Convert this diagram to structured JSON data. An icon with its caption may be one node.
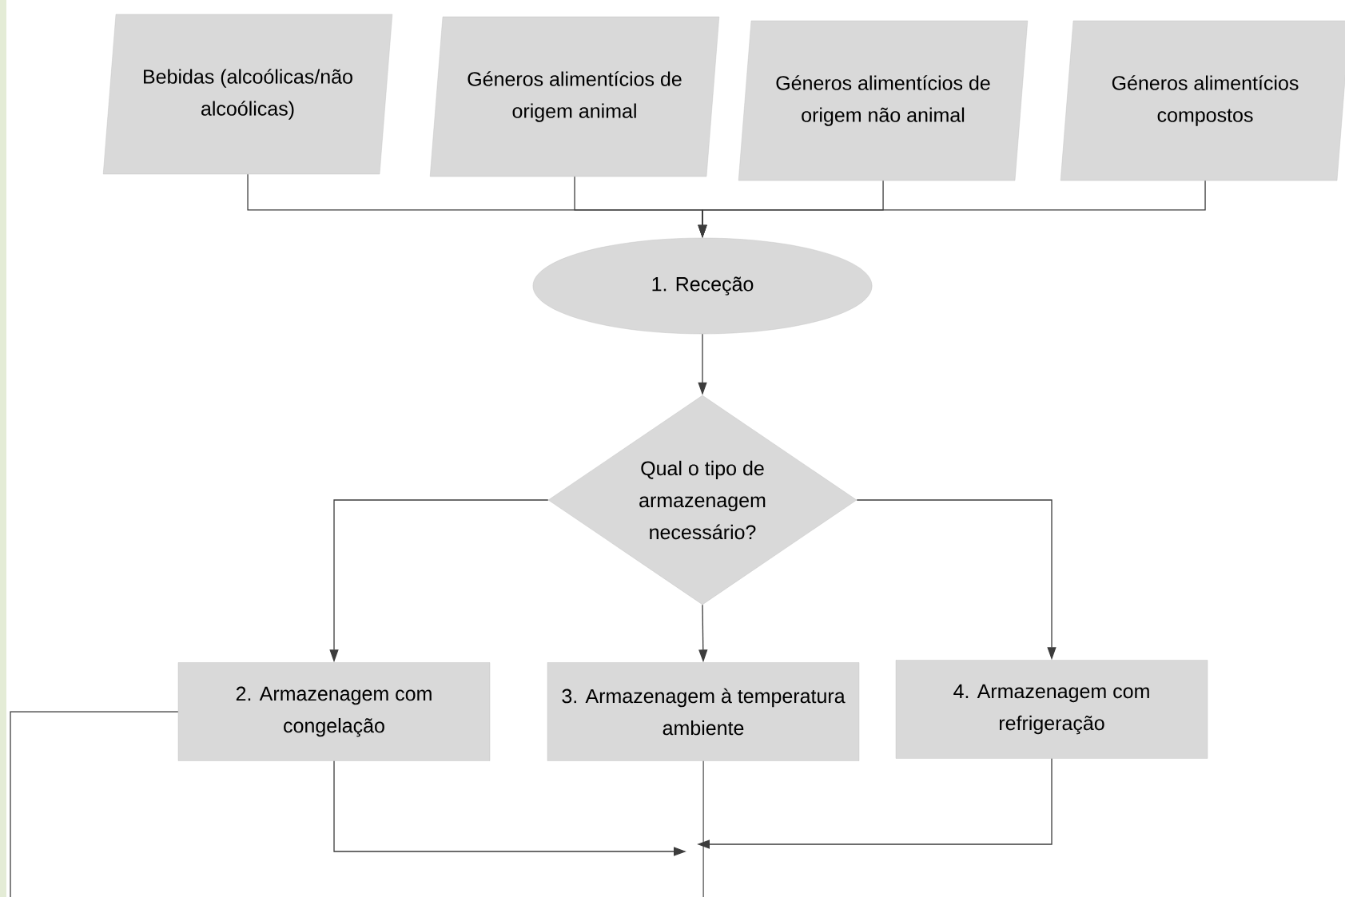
{
  "diagram": {
    "nodes": [
      {
        "text": [
          "Bebidas (alcoólicas/não alcoólicas)"
        ]
      },
      {
        "text": [
          "Géneros alimentícios de origem animal"
        ]
      },
      {
        "text": [
          "Géneros alimentícios de origem não animal"
        ]
      },
      {
        "text": [
          "Géneros alimentícios compostos"
        ]
      },
      {
        "text": [
          "1. Receção"
        ]
      },
      {
        "text": [
          "Qual o tipo de armazenagem necessário?"
        ]
      },
      {
        "text": [
          "2. Armazenagem com congelação"
        ]
      },
      {
        "text": [
          "3. Armazenagem à temperatura ambiente"
        ]
      },
      {
        "text": [
          "4. Armazenagem com refrigeração"
        ]
      }
    ],
    "edges": [
      {
        "from": 0,
        "to": 4,
        "arrow": "to"
      },
      {
        "from": 1,
        "to": 4,
        "arrow": "to"
      },
      {
        "from": 2,
        "to": 4,
        "arrow": "to"
      },
      {
        "from": 3,
        "to": 4,
        "arrow": "to"
      },
      {
        "from": 4,
        "to": 5,
        "arrow": "to"
      },
      {
        "from": 5,
        "to": 6,
        "arrow": "to"
      },
      {
        "from": 5,
        "to": 7,
        "arrow": "to"
      },
      {
        "from": 5,
        "to": 8,
        "arrow": "to"
      },
      {
        "from": 6,
        "to": null,
        "arrow": "to"
      },
      {
        "from": 8,
        "to": null,
        "arrow": "to"
      },
      {
        "from": 7,
        "to": null,
        "arrow": "none"
      },
      {
        "from": 6,
        "to": null,
        "arrow": "none"
      }
    ]
  }
}
